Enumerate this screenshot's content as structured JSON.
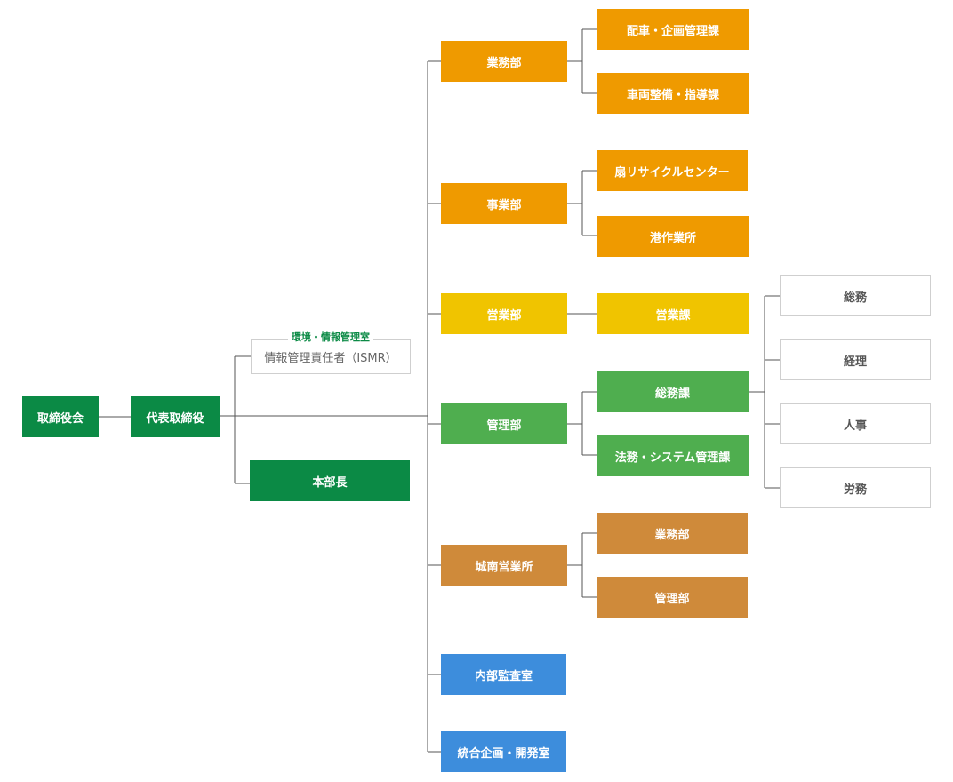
{
  "board": "取締役会",
  "president": "代表取締役",
  "security": {
    "caption": "環境・情報管理室",
    "label": "情報管理責任者（ISMR）"
  },
  "general_manager": "本部長",
  "departments": [
    {
      "label": "業務部",
      "color": "#ef9a00",
      "sections": [
        "配車・企画管理課",
        "車両整備・指導課"
      ]
    },
    {
      "label": "事業部",
      "color": "#ef9a00",
      "sections": [
        "扇リサイクルセンター",
        "港作業所"
      ]
    },
    {
      "label": "営業部",
      "color": "#f0c400",
      "sections": [
        "営業課"
      ]
    },
    {
      "label": "管理部",
      "color": "#4fae4f",
      "sections": [
        "総務課",
        "法務・システム管理課"
      ]
    },
    {
      "label": "城南営業所",
      "color": "#cf8a3a",
      "sections": [
        "業務部",
        "管理部"
      ]
    },
    {
      "label": "内部監査室",
      "color": "#3d8ddc",
      "sections": []
    },
    {
      "label": "統合企画・開発室",
      "color": "#3d8ddc",
      "sections": []
    }
  ],
  "general_affairs_units": [
    "総務",
    "経理",
    "人事",
    "労務"
  ],
  "colors": {
    "executive": "#0b8a45",
    "line": "#555555",
    "outline_border": "#cfcfcf"
  }
}
